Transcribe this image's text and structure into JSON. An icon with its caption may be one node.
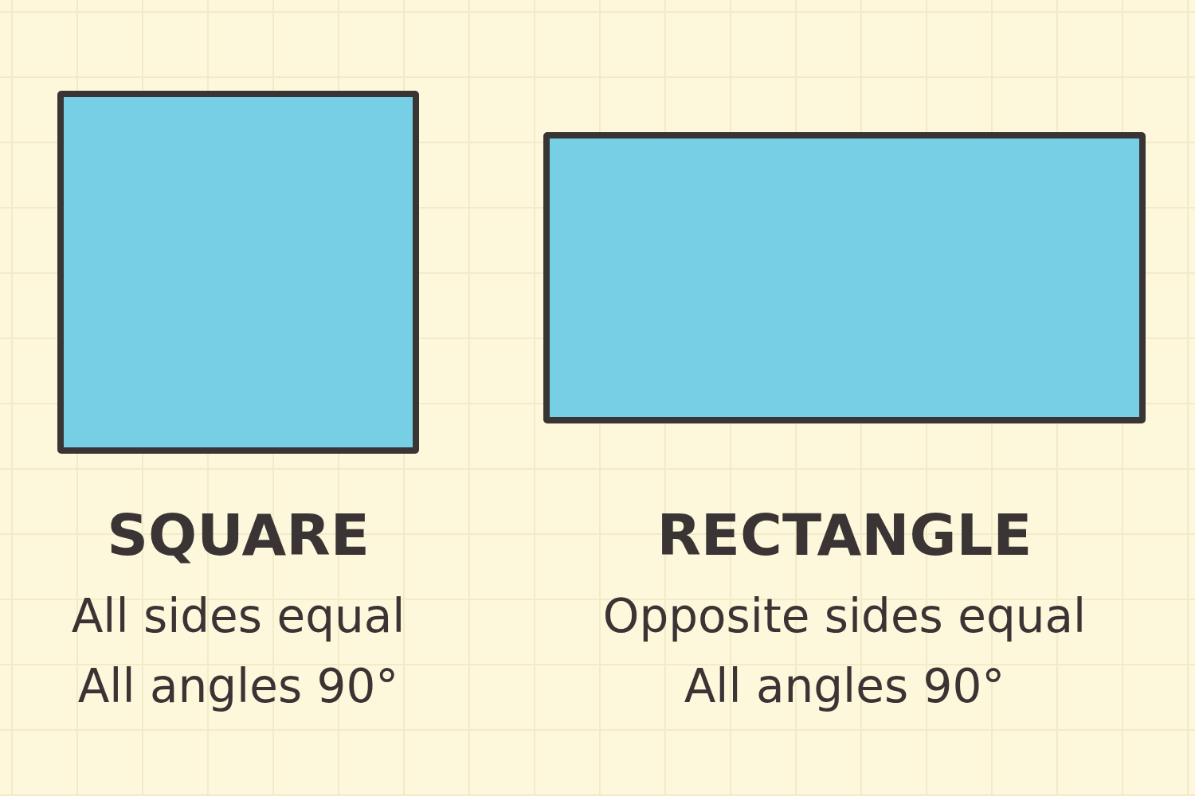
{
  "diagram": {
    "nodes": [
      {
        "text": [
          "SQUARE",
          "All sides equal All angles 90°"
        ]
      },
      {
        "text": [
          "RECTANGLE",
          "Opposite sides equal All angles 90°"
        ]
      }
    ]
  }
}
